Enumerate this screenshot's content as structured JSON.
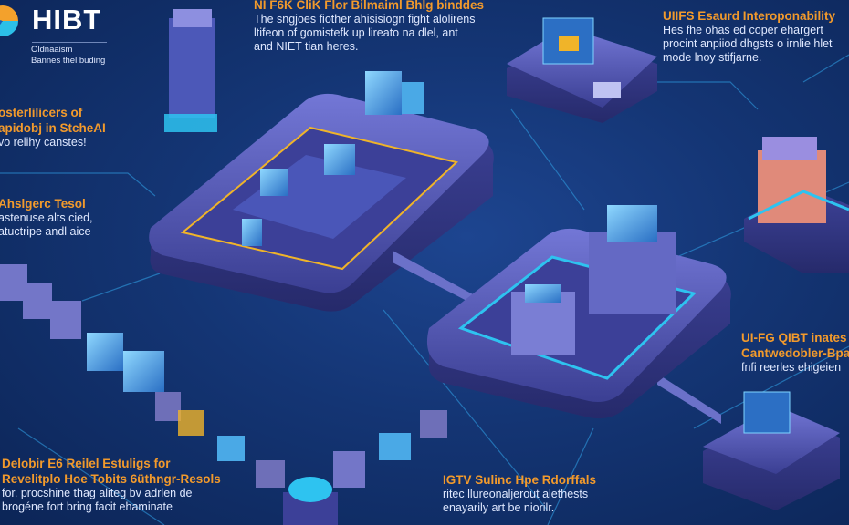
{
  "logo": {
    "name": "HIBT",
    "subtitle_1": "Oldnaaism",
    "subtitle_2": "Bannes thel buding"
  },
  "callouts": [
    {
      "id": "top-center",
      "title": "NI F6K CliK Flor Bilmaiml Bhlg binddes",
      "lines": [
        "The sngjoes fiother ahisisiogn fight alolirens",
        "ltifeon of gomistefk up lireato na dlel, ant",
        "and  NIET tian heres."
      ]
    },
    {
      "id": "top-right",
      "title": "UIIFS Esaurd Interoponability",
      "lines": [
        "Hes fhe ohas ed coper ehargert",
        "procint anpiiod dhgsts o irnlie hlet",
        "mode lnoy stifjarne."
      ]
    },
    {
      "id": "left-upper",
      "title": "osterlilicers of",
      "lines": [
        "apidobj in StcheAI",
        "vo relihy canstes!"
      ]
    },
    {
      "id": "left-middle",
      "title": "Ahslgerc Tesol",
      "lines": [
        "astenuse  alts cied,",
        "atuctripe andl aice"
      ]
    },
    {
      "id": "right-middle",
      "title": "UI-FG QIBT inates",
      "lines": [
        "Cantwedobler-Bpa",
        "fnfi reerles  ehigeien"
      ]
    },
    {
      "id": "bottom-left",
      "title": "Delobir E6 Reilel Estuligs for",
      "lines": [
        "Revelitplo Hoe  Tobits 6üthngr-Resols",
        "for. procshine thag aliteg bv adrlen de",
        "brogéne fort bring facit ehaminate"
      ]
    },
    {
      "id": "bottom-center",
      "title": "IGTV Sulinc Hpe Rdorffals",
      "lines": [
        "ritec llureonaljerout alethests",
        "enayarily art be niorilr."
      ]
    }
  ],
  "colors": {
    "accent": "#f29a2c",
    "glow": "#35c8f0",
    "platform": "#5a5fb8",
    "background": "#143574"
  }
}
